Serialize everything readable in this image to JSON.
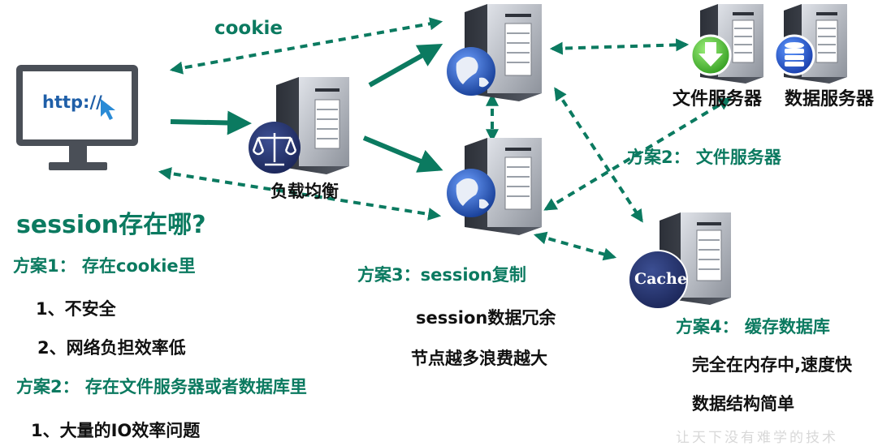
{
  "labels": {
    "cookie": "cookie",
    "http": "http://",
    "load_balancer": "负载均衡",
    "file_server": "文件服务器",
    "data_server": "数据服务器",
    "cache": "Cache"
  },
  "left_panel": {
    "question": "session存在哪?",
    "plan1": "方案1： 存在cookie里",
    "plan1_item1": "1、不安全",
    "plan1_item2": "2、网络负担效率低",
    "plan2": "方案2： 存在文件服务器或者数据库里",
    "plan2_item1": "1、大量的IO效率问题"
  },
  "plan2_right": "方案2： 文件服务器",
  "plan3": {
    "title": "方案3：session复制",
    "line1": "session数据冗余",
    "line2": "节点越多浪费越大"
  },
  "plan4": {
    "title": "方案4： 缓存数据库",
    "line1": "完全在内存中,速度快",
    "line2": "数据结构简单"
  },
  "watermark": "让天下没有难学的技术",
  "colors": {
    "arrow": "#0b7a60",
    "server_dark": "#3a3f47",
    "server_light": "#c9ccd3",
    "globe": "#1f4fb5"
  }
}
